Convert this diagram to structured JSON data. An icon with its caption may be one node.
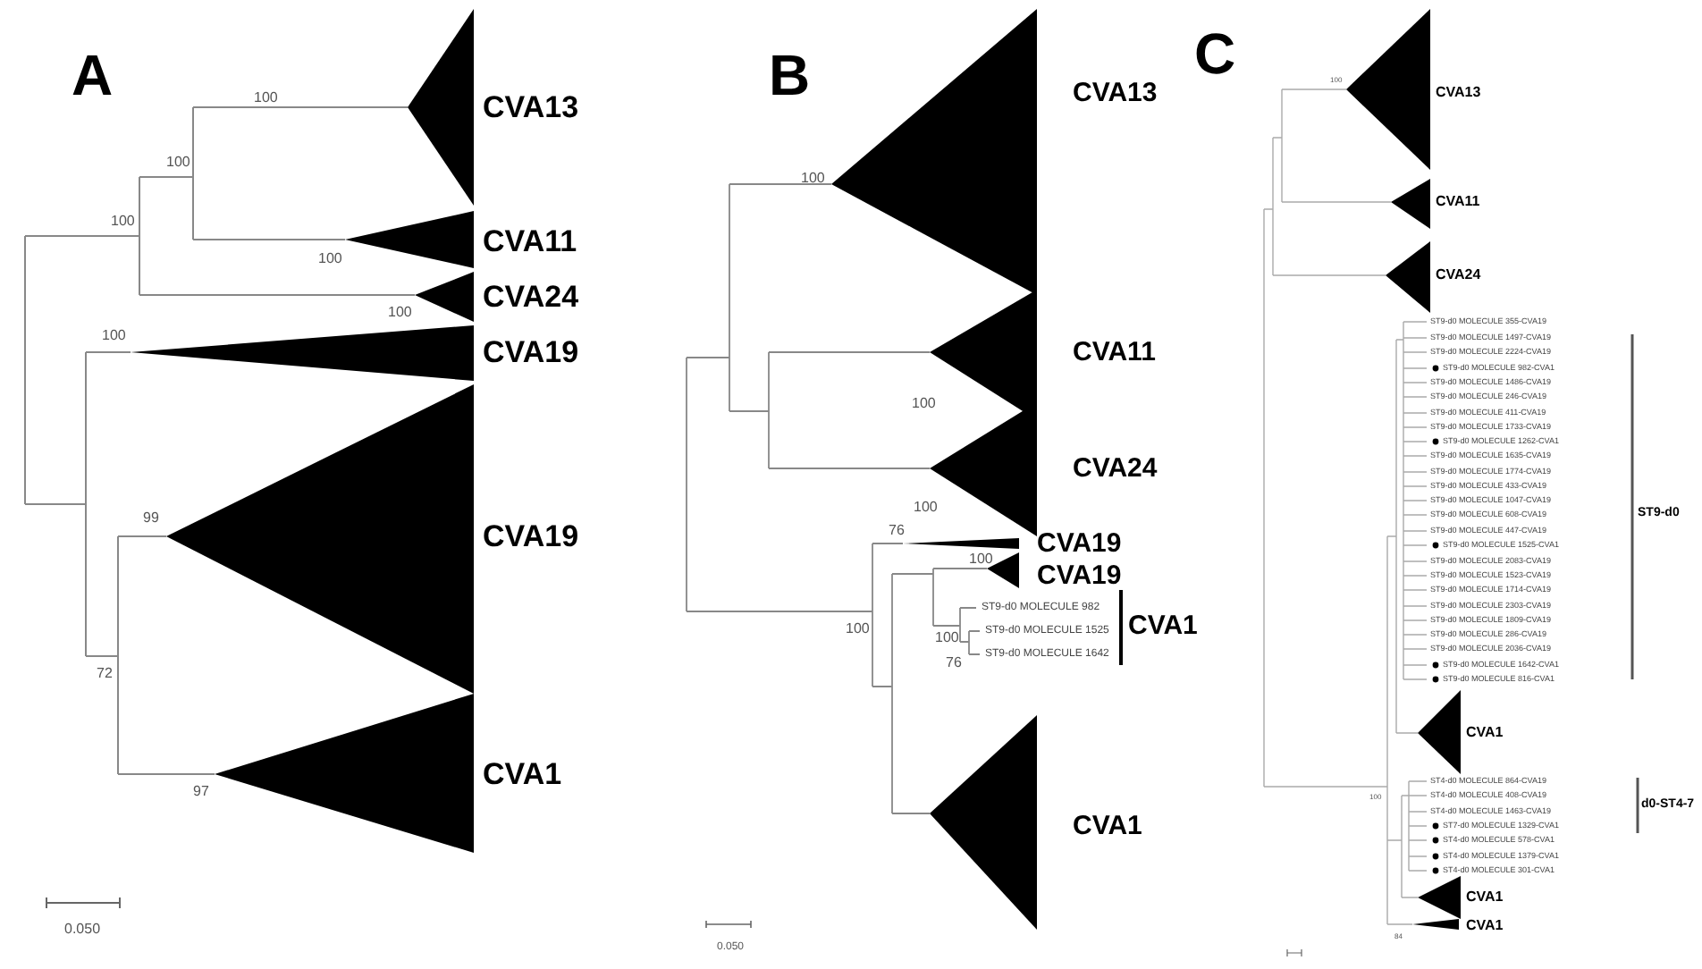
{
  "diagram": {
    "labels": [
      "A",
      "100",
      "CVA13",
      "100",
      "100",
      "CVA11",
      "100",
      "CVA24",
      "100",
      "100",
      "CVA19",
      "99",
      "CVA19",
      "72",
      "CVA1",
      "97",
      "0.050",
      "B",
      "100",
      "CVA13",
      "CVA11",
      "100",
      "CVA24",
      "100",
      "76",
      "CVA19",
      "100",
      "CVA19",
      "ST9-d0 MOLECULE 982",
      "CVA1",
      "100",
      "100",
      "ST9-d0 MOLECULE 1525",
      "76",
      "ST9-d0 MOLECULE 1642",
      "CVA1",
      "0.050",
      "C",
      "100",
      "CVA13",
      "CVA11",
      "CVA24",
      "ST9-d0 MOLECULE 355-CVA19",
      "ST9-d0 MOLECULE 1497-CVA19",
      "ST9-d0 MOLECULE 2224-CVA19",
      "ST9-d0 MOLECULE 982-CVA1",
      "ST9-d0 MOLECULE 1486-CVA19",
      "ST9-d0 MOLECULE 246-CVA19",
      "ST9-d0 MOLECULE 411-CVA19",
      "ST9-d0 MOLECULE 1733-CVA19",
      "ST9-d0 MOLECULE 1262-CVA1",
      "ST9-d0 MOLECULE 1635-CVA19",
      "ST9-d0 MOLECULE 1774-CVA19",
      "ST9-d0 MOLECULE 433-CVA19",
      "ST9-d0 MOLECULE 1047-CVA19",
      "ST9-d0 MOLECULE 608-CVA19",
      "ST9-d0 MOLECULE 447-CVA19",
      "ST9-d0 MOLECULE 1525-CVA1",
      "ST9-d0 MOLECULE 2083-CVA19",
      "ST9-d0 MOLECULE 1523-CVA19",
      "ST9-d0 MOLECULE 1714-CVA19",
      "ST9-d0 MOLECULE 2303-CVA19",
      "ST9-d0 MOLECULE 1809-CVA19",
      "ST9-d0 MOLECULE 286-CVA19",
      "ST9-d0 MOLECULE 2036-CVA19",
      "ST9-d0 MOLECULE 1642-CVA1",
      "ST9-d0 MOLECULE 816-CVA1",
      "ST9-d0",
      "CVA1",
      "100",
      "ST4-d0 MOLECULE 864-CVA19",
      "ST4-d0 MOLECULE 408-CVA19",
      "ST4-d0 MOLECULE 1463-CVA19",
      "ST7-d0 MOLECULE 1329-CVA1",
      "ST4-d0 MOLECULE 578-CVA1",
      "ST4-d0 MOLECULE 1379-CVA1",
      "ST4-d0 MOLECULE 301-CVA1",
      "d0-ST4-7",
      "CVA1",
      "CVA1",
      "84"
    ]
  }
}
